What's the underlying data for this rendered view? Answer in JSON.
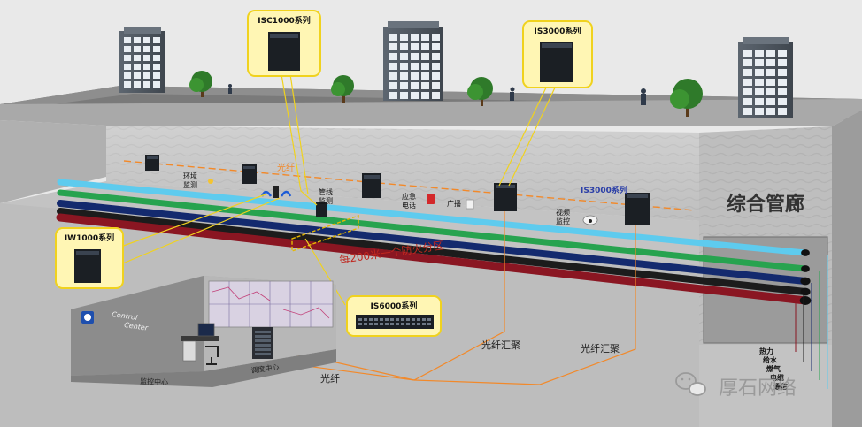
{
  "callouts": {
    "isc1000": "ISC1000系列",
    "is3000_top": "IS3000系列",
    "iw1000": "IW1000系列",
    "is6000": "IS6000系列"
  },
  "labels": {
    "gallery": "综合管廊",
    "fiber_top": "光纤",
    "is3000_inline": "IS3000系列",
    "zone": "每200米一个防火分区",
    "env_monitor": [
      "环境",
      "监测"
    ],
    "pipe_monitor": [
      "管线",
      "监测"
    ],
    "emergency_phone": [
      "应急",
      "电话"
    ],
    "broadcast": "广播",
    "video_monitor": [
      "视频",
      "监控"
    ],
    "fiber_agg_1": "光纤汇聚",
    "fiber_agg_2": "光纤汇聚",
    "fiber_bottom": "光纤",
    "control_center": [
      "Control",
      "Center"
    ],
    "monitor_center": "监控中心",
    "dispatch_center": "调度中心"
  },
  "pipes": [
    {
      "name": "热力",
      "color": "#5ecbee"
    },
    {
      "name": "给水",
      "color": "#27a34f"
    },
    {
      "name": "燃气",
      "color": "#142a6e"
    },
    {
      "name": "电缆",
      "color": "#1c1c1c"
    },
    {
      "name": "通信",
      "color": "#8a1622"
    }
  ],
  "watermark": "厚石网络",
  "colors": {
    "callout_fill": "#fff6b4",
    "callout_border": "#f0d21e",
    "fiber": "#f2892a",
    "is3000_text": "#2b3fa8",
    "zone_text": "#c0271f"
  }
}
